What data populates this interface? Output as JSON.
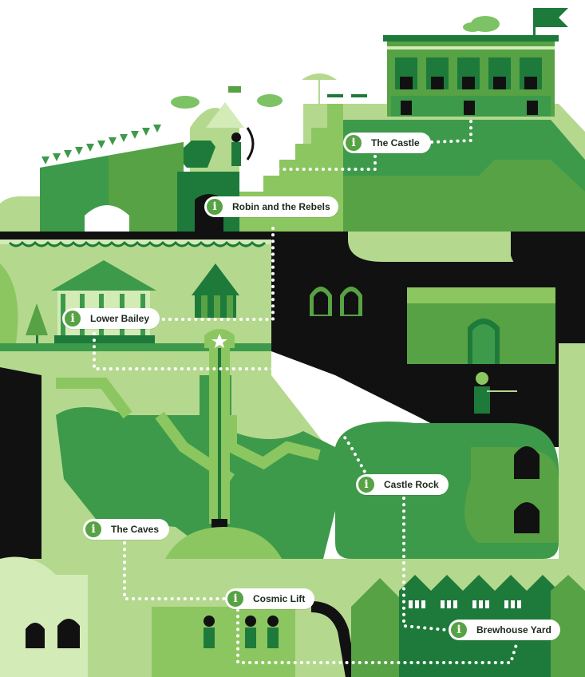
{
  "locations": [
    {
      "id": "the-castle",
      "label": "The Castle",
      "icon": "info-icon"
    },
    {
      "id": "robin-and-the-rebels",
      "label": "Robin and the Rebels",
      "icon": "info-icon"
    },
    {
      "id": "lower-bailey",
      "label": "Lower Bailey",
      "icon": "info-icon"
    },
    {
      "id": "castle-rock",
      "label": "Castle Rock",
      "icon": "info-icon"
    },
    {
      "id": "the-caves",
      "label": "The Caves",
      "icon": "info-icon"
    },
    {
      "id": "cosmic-lift",
      "label": "Cosmic Lift",
      "icon": "info-icon"
    },
    {
      "id": "brewhouse-yard",
      "label": "Brewhouse Yard",
      "icon": "info-icon"
    }
  ],
  "info_glyph": "i",
  "colors": {
    "dark": "#111111",
    "deep_green": "#1e7a3a",
    "mid_green": "#3d9a4a",
    "green": "#56a244",
    "light_green": "#b4d98e",
    "pale_green": "#d3ebb7",
    "bright_green": "#8cc660",
    "path_dots": "#ffffff"
  }
}
